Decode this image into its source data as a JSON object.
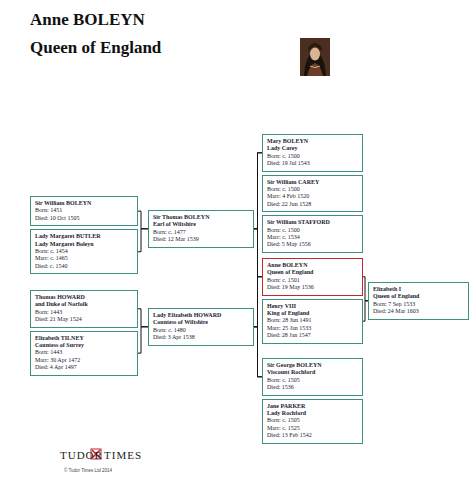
{
  "diagram": {
    "title": "Anne BOLEYN",
    "nodes": [
      {
        "text": [
          "Sir William BOLEYN",
          "Born: 1451",
          "Died: 10 Oct 1505"
        ]
      },
      {
        "text": [
          "Lady Margaret BUTLER",
          "Lady Margaret Boleyn",
          "Born: c. 1454",
          "Marr: c. 1465",
          "Died: c. 1540"
        ]
      },
      {
        "text": [
          "Thomas HOWARD",
          "and Duke of Norfolk",
          "Born: 1443",
          "Died: 21 May 1524"
        ]
      },
      {
        "text": [
          "Elizabeth TILNEY",
          "Countess of Surrey",
          "Born: 1443",
          "Marr: 30 Apr 1472",
          "Died: 4 Apr 1497"
        ]
      },
      {
        "text": [
          "Sir Thomas BOLEYN",
          "Earl of Wiltshire",
          "Born: c. 1477",
          "Died: 12 Mar 1539"
        ]
      },
      {
        "text": [
          "Lady Elizabeth HOWARD",
          "Countess of Wiltshire",
          "Born: c. 1480",
          "Died: 3 Apr 1538"
        ]
      },
      {
        "text": [
          "Mary BOLEYN",
          "Lady Carey",
          "Born: c. 1500",
          "Died: 19 Jul 1543"
        ]
      },
      {
        "text": [
          "Sir William CAREY",
          "Born: c. 1500",
          "Marr: 4 Feb 1520",
          "Died: 22 Jun 1528"
        ]
      },
      {
        "text": [
          "Sir William STAFFORD",
          "Born: c. 1500",
          "Marr: c. 1534",
          "Died: 5 May 1556"
        ]
      },
      {
        "text": [
          "Anne BOLEYN",
          "Queen of England",
          "Born: c. 1501",
          "Died: 19 May 1536"
        ]
      },
      {
        "text": [
          "Henry VIII",
          "King of England",
          "Born: 28 Jun 1491",
          "Marr: 25 Jan 1533",
          "Died: 28 Jan 1547"
        ]
      },
      {
        "text": [
          "Sir George BOLEYN",
          "Viscount Rochford",
          "Born: c. 1505",
          "Died: 1536"
        ]
      },
      {
        "text": [
          "Jane PARKER",
          "Lady Rochford",
          "Born: c. 1505",
          "Marr: c. 1525",
          "Died: 13 Feb 1542"
        ]
      },
      {
        "text": [
          "Elizabeth I",
          "Queen of England",
          "Born: 7 Sep 1533",
          "Died: 24 Mar 1603"
        ]
      }
    ],
    "edges": [
      {
        "from": 0,
        "to": 4,
        "arrow": "none"
      },
      {
        "from": 1,
        "to": 4,
        "arrow": "none"
      },
      {
        "from": 2,
        "to": 5,
        "arrow": "none"
      },
      {
        "from": 3,
        "to": 5,
        "arrow": "none"
      },
      {
        "from": 4,
        "to": 6,
        "arrow": "none"
      },
      {
        "from": 4,
        "to": 9,
        "arrow": "none"
      },
      {
        "from": 4,
        "to": 11,
        "arrow": "none"
      },
      {
        "from": 5,
        "to": 6,
        "arrow": "none"
      },
      {
        "from": 5,
        "to": 9,
        "arrow": "none"
      },
      {
        "from": 5,
        "to": 11,
        "arrow": "none"
      },
      {
        "from": 9,
        "to": 13,
        "arrow": "none"
      },
      {
        "from": 10,
        "to": 13,
        "arrow": "none"
      }
    ],
    "labels": [
      "Queen of England",
      "TUDOR",
      "TIMES",
      "© Tudor Times Ltd 2014"
    ]
  }
}
